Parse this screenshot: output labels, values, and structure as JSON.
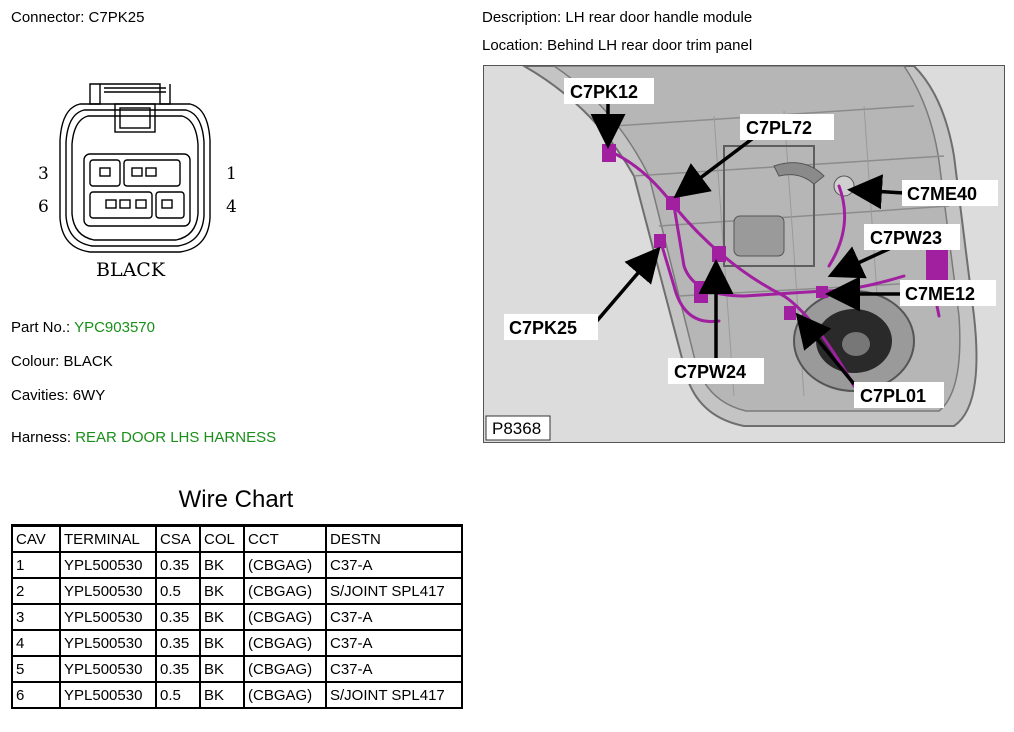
{
  "connector": {
    "label": "Connector:",
    "value": "C7PK25"
  },
  "description": {
    "label": "Description:",
    "value": "LH rear door handle module"
  },
  "location": {
    "label": "Location:",
    "value": "Behind LH rear door trim panel"
  },
  "connector_diagram": {
    "pin_labels": {
      "p3": "3",
      "p1": "1",
      "p6": "6",
      "p4": "4"
    },
    "color_caption": "BLACK"
  },
  "part_no": {
    "label": "Part No.:",
    "value": "YPC903570"
  },
  "colour": {
    "label": "Colour:",
    "value": "BLACK"
  },
  "cavities": {
    "label": "Cavities:",
    "value": "6WY"
  },
  "harness": {
    "label": "Harness:",
    "value": "REAR DOOR LHS HARNESS"
  },
  "photo": {
    "callouts": {
      "c7pk12": "C7PK12",
      "c7pl72": "C7PL72",
      "c7me40": "C7ME40",
      "c7pw23": "C7PW23",
      "c7me12": "C7ME12",
      "c7pk25": "C7PK25",
      "c7pw24": "C7PW24",
      "c7pl01": "C7PL01"
    },
    "figure_id": "P8368"
  },
  "wire_chart": {
    "title": "Wire Chart",
    "headers": [
      "CAV",
      "TERMINAL",
      "CSA",
      "COL",
      "CCT",
      "DESTN"
    ],
    "rows": [
      [
        "1",
        "YPL500530",
        "0.35",
        "BK",
        "(CBGAG)",
        "C37-A"
      ],
      [
        "2",
        "YPL500530",
        "0.5",
        "BK",
        "(CBGAG)",
        "S/JOINT SPL417"
      ],
      [
        "3",
        "YPL500530",
        "0.35",
        "BK",
        "(CBGAG)",
        "C37-A"
      ],
      [
        "4",
        "YPL500530",
        "0.35",
        "BK",
        "(CBGAG)",
        "C37-A"
      ],
      [
        "5",
        "YPL500530",
        "0.35",
        "BK",
        "(CBGAG)",
        "C37-A"
      ],
      [
        "6",
        "YPL500530",
        "0.5",
        "BK",
        "(CBGAG)",
        "S/JOINT SPL417"
      ]
    ]
  },
  "colors": {
    "accent_green": "#1a8f1a",
    "harness_purple": "#a020a0"
  }
}
